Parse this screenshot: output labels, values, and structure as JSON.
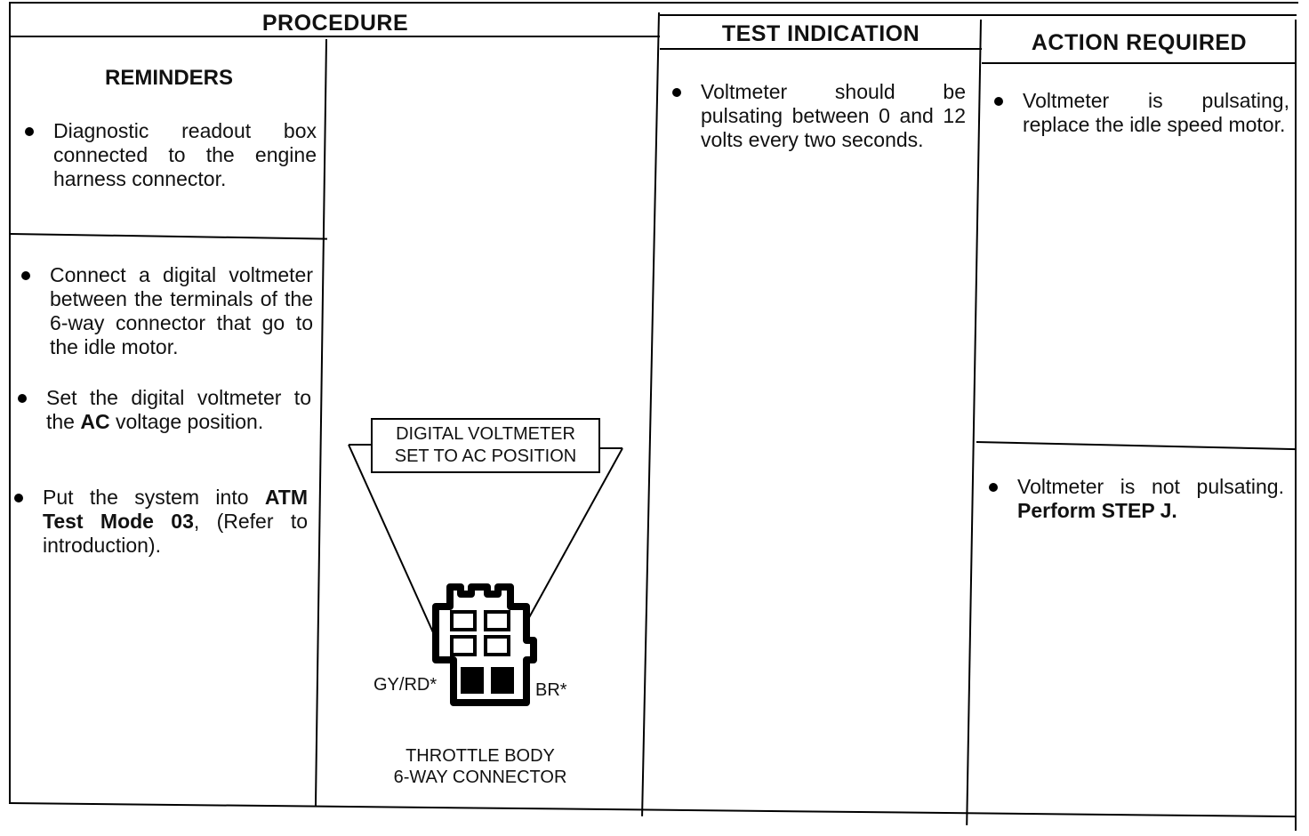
{
  "headers": {
    "procedure": "PROCEDURE",
    "test_indication": "TEST INDICATION",
    "action_required": "ACTION REQUIRED"
  },
  "reminders": {
    "title": "REMINDERS",
    "items": [
      {
        "text": "Diagnostic readout box connected to the engine harness connector."
      }
    ]
  },
  "procedure_steps": [
    {
      "pre": "Connect a digital voltmeter between the terminals of the 6-way connector that go to the idle motor.",
      "bold": "",
      "post": ""
    },
    {
      "pre": "Set the digital voltmeter to the ",
      "bold": "AC",
      "post": " voltage position."
    },
    {
      "pre": "Put the system into ",
      "bold": "ATM Test Mode 03",
      "post": ", (Refer to introduction)."
    }
  ],
  "diagram": {
    "callout_line1": "DIGITAL VOLTMETER",
    "callout_line2": "SET TO AC POSITION",
    "left_terminal": "GY/RD*",
    "right_terminal": "BR*",
    "caption_line1": "THROTTLE BODY",
    "caption_line2": "6-WAY CONNECTOR"
  },
  "test_indication": {
    "items": [
      {
        "text": "Voltmeter should be pulsating between 0 and 12 volts every two seconds."
      }
    ]
  },
  "action_required": {
    "items": [
      {
        "pre": "Voltmeter is pulsating, replace the idle speed motor.",
        "bold": ""
      },
      {
        "pre": "Voltmeter is not pulsating. ",
        "bold": "Perform STEP J."
      }
    ]
  }
}
